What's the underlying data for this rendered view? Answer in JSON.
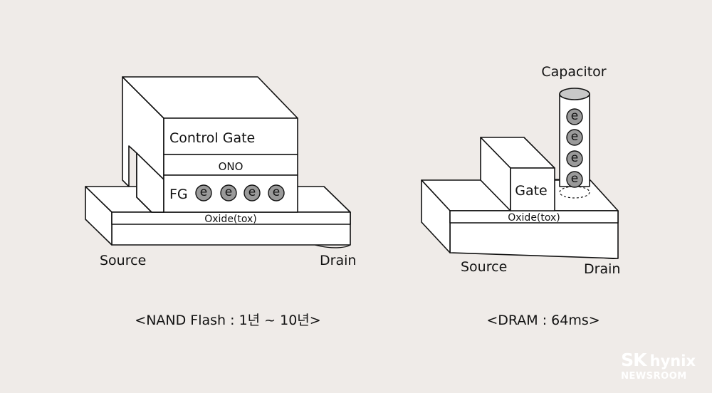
{
  "nand": {
    "control_gate_label": "Control Gate",
    "ono_label": "ONO",
    "fg_label": "FG",
    "oxide_label": "Oxide(tox)",
    "source_label": "Source",
    "drain_label": "Drain",
    "caption": "<NAND Flash : 1년 ~ 10년>",
    "electron_symbol": "e"
  },
  "dram": {
    "capacitor_label": "Capacitor",
    "gate_label": "Gate",
    "oxide_label": "Oxide(tox)",
    "source_label": "Source",
    "drain_label": "Drain",
    "caption": "<DRAM : 64ms>",
    "electron_symbol": "e"
  },
  "logo": {
    "brand_sk": "SK",
    "brand_hynix": "hynix",
    "brand_sub": "NEWSROOM"
  },
  "colors": {
    "background": "#efebe8",
    "electron_fill": "#9a9a9a",
    "capacitor_top": "#c8c8c8"
  }
}
